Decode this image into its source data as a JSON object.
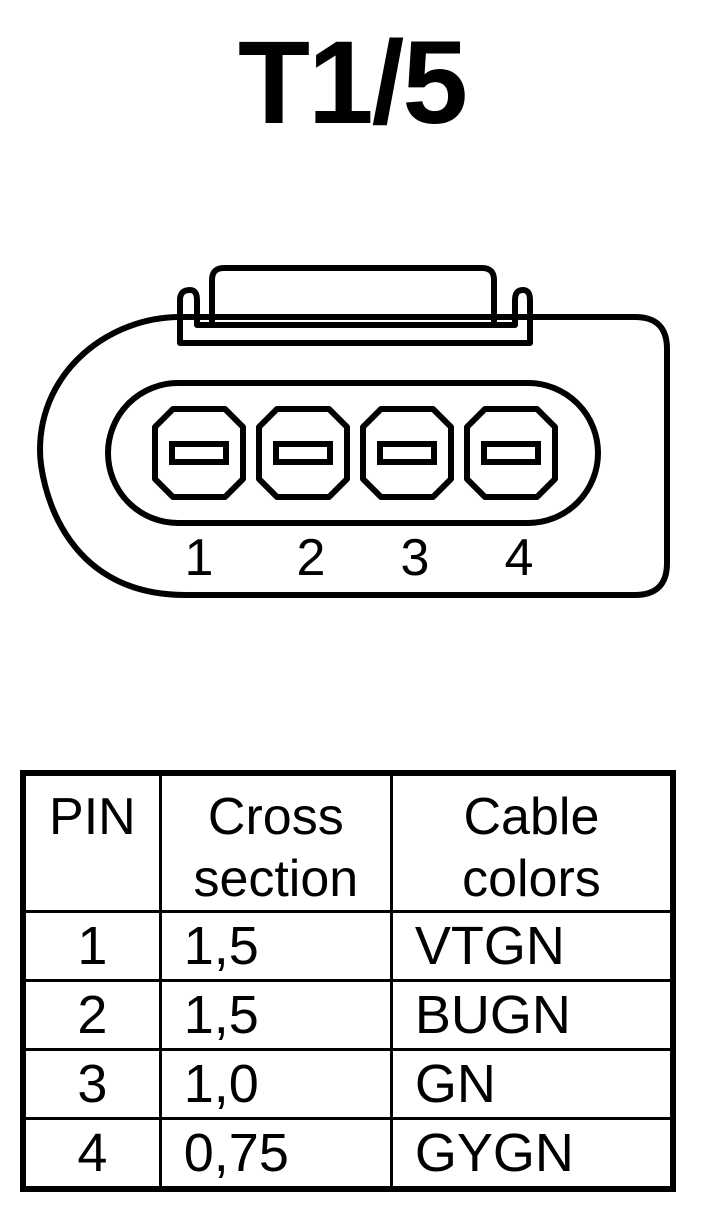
{
  "title": "T1/5",
  "connector": {
    "pin_labels": [
      "1",
      "2",
      "3",
      "4"
    ]
  },
  "table": {
    "headers": {
      "pin": "PIN",
      "cross_section": [
        "Cross",
        "section"
      ],
      "cable_colors": [
        "Cable",
        "colors"
      ]
    },
    "rows": [
      {
        "pin": "1",
        "cross_section": "1,5",
        "color": "VTGN"
      },
      {
        "pin": "2",
        "cross_section": "1,5",
        "color": "BUGN"
      },
      {
        "pin": "3",
        "cross_section": "1,0",
        "color": "GN"
      },
      {
        "pin": "4",
        "cross_section": "0,75",
        "color": "GYGN"
      }
    ]
  }
}
